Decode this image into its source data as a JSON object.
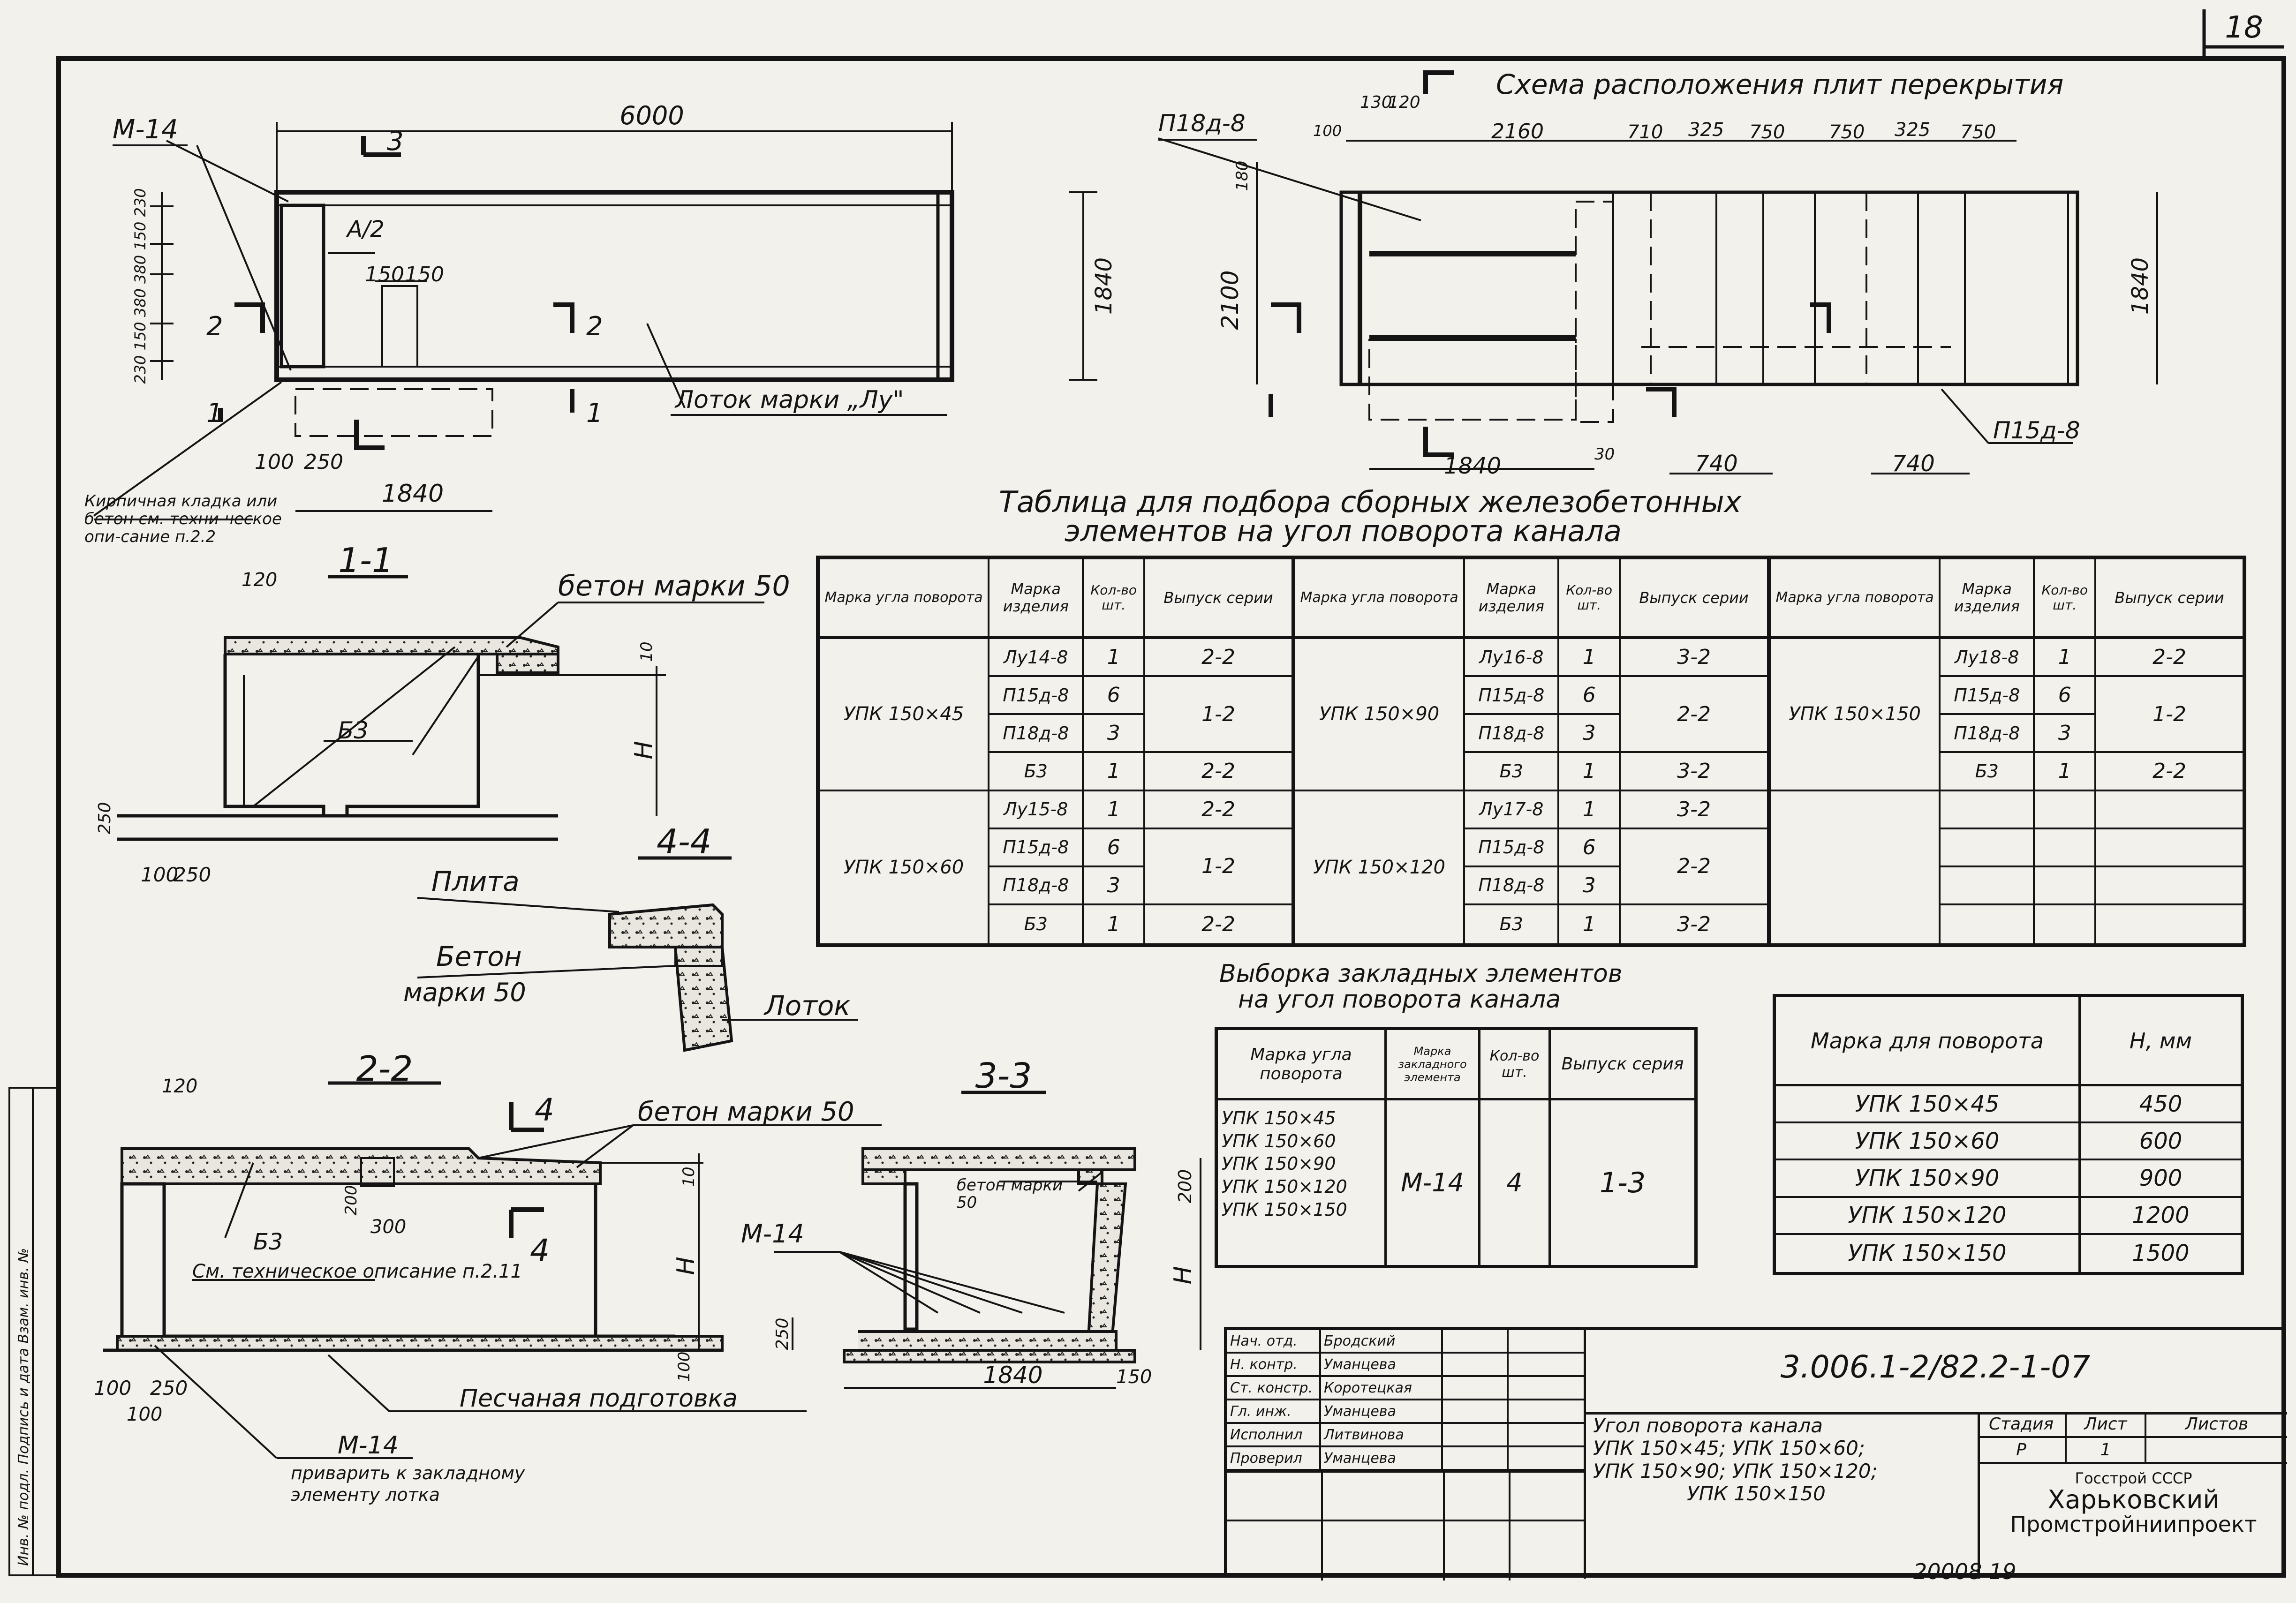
{
  "sheet_number": "18",
  "plan": {
    "length": "6000",
    "width": "1840",
    "dims_left": "230 150 380 380 150 230",
    "half_a": "А/2",
    "dim_150a": "150",
    "dim_150b": "150",
    "dim_100": "100",
    "dim_250": "250",
    "dim_1840_bottom": "1840",
    "label_m14": "М-14",
    "label_tray": "Лоток марки „Лу\"",
    "cut_1": "1",
    "cut_2": "2",
    "cut_3": "3"
  },
  "masonry_note": "Кирпичная кладка или бетон см. техни-ческое опи-сание п.2.2",
  "scheme": {
    "title": "Схема расположения плит перекрытия",
    "label_p18": "П18д-8",
    "label_p15": "П15д-8",
    "dims_top": [
      "130",
      "120",
      "2160",
      "710",
      "325",
      "750",
      "750",
      "325",
      "750"
    ],
    "dim_100": "100",
    "dim_180": "180",
    "dim_2100": "2100",
    "dim_1840": "1840",
    "dim_1840_bottom": "1840",
    "dim_30": "30",
    "dim_740a": "740",
    "dim_740b": "740"
  },
  "section_1_1": {
    "title": "1-1",
    "concrete_label": "бетон марки 50",
    "label_b3": "Б3",
    "dim_120": "120",
    "dim_10": "10",
    "dim_h": "Н",
    "dim_250": "250",
    "dim_100": "100",
    "dim_250b": "250"
  },
  "section_4_4": {
    "title": "4-4",
    "slab": "Плита",
    "concrete": "Бетон",
    "concrete_grade": "марки 50",
    "tray": "Лоток"
  },
  "section_2_2": {
    "title": "2-2",
    "cut_4": "4",
    "concrete_label": "бетон марки 50",
    "dim_120": "120",
    "dim_200": "200",
    "dim_300": "300",
    "dim_10": "10",
    "dim_h": "Н",
    "dim_100_right": "100",
    "label_b3": "Б3",
    "note": "См. техническое описание п.2.11",
    "sand": "Песчаная подготовка",
    "dim_100": "100",
    "dim_250": "250",
    "dim_100b": "100"
  },
  "weld_note": {
    "label": "М-14",
    "text": "приварить к закладному элементу лотка"
  },
  "section_3_3": {
    "title": "3-3",
    "concrete_label": "бетон марки 50",
    "label_m14": "М-14",
    "dim_200": "200",
    "dim_h": "Н",
    "dim_250": "250",
    "dim_1840": "1840",
    "dim_150": "150"
  },
  "main_table": {
    "title_line1": "Таблица для подбора сборных железобетонных",
    "title_line2": "элементов на угол поворота канала",
    "headers": [
      "Марка угла поворота",
      "Марка изделия",
      "Кол-во шт.",
      "Выпуск серии"
    ],
    "groups": [
      {
        "mark": "УПК 150×45",
        "rows": [
          [
            "Лу14-8",
            "1",
            "2-2"
          ],
          [
            "П15д-8",
            "6",
            ""
          ],
          [
            "П18д-8",
            "3",
            "1-2"
          ],
          [
            "Б3",
            "1",
            "2-2"
          ]
        ]
      },
      {
        "mark": "УПК 150×60",
        "rows": [
          [
            "Лу15-8",
            "1",
            "2-2"
          ],
          [
            "П15д-8",
            "6",
            ""
          ],
          [
            "П18д-8",
            "3",
            "1-2"
          ],
          [
            "Б3",
            "1",
            "2-2"
          ]
        ]
      },
      {
        "mark": "УПК 150×90",
        "rows": [
          [
            "Лу16-8",
            "1",
            "3-2"
          ],
          [
            "П15д-8",
            "6",
            ""
          ],
          [
            "П18д-8",
            "3",
            "2-2"
          ],
          [
            "Б3",
            "1",
            "3-2"
          ]
        ]
      },
      {
        "mark": "УПК 150×120",
        "rows": [
          [
            "Лу17-8",
            "1",
            "3-2"
          ],
          [
            "П15д-8",
            "6",
            ""
          ],
          [
            "П18д-8",
            "3",
            "2-2"
          ],
          [
            "Б3",
            "1",
            "3-2"
          ]
        ]
      },
      {
        "mark": "УПК 150×150",
        "rows": [
          [
            "Лу18-8",
            "1",
            "2-2"
          ],
          [
            "П15д-8",
            "6",
            ""
          ],
          [
            "П18д-8",
            "3",
            "1-2"
          ],
          [
            "Б3",
            "1",
            "2-2"
          ]
        ]
      }
    ]
  },
  "embedded_table": {
    "title_line1": "Выборка закладных элементов",
    "title_line2": "на угол поворота канала",
    "headers": [
      "Марка угла поворота",
      "Марка закладного элемента",
      "Кол-во шт.",
      "Выпуск серия"
    ],
    "marks": [
      "УПК 150×45",
      "УПК 150×60",
      "УПК 150×90",
      "УПК 150×120",
      "УПК 150×150"
    ],
    "element": "М-14",
    "qty": "4",
    "series": "1-3"
  },
  "height_table": {
    "headers": [
      "Марка для поворота",
      "Н, мм"
    ],
    "rows": [
      [
        "УПК 150×45",
        "450"
      ],
      [
        "УПК 150×60",
        "600"
      ],
      [
        "УПК 150×90",
        "900"
      ],
      [
        "УПК 150×120",
        "1200"
      ],
      [
        "УПК 150×150",
        "1500"
      ]
    ]
  },
  "title_block": {
    "code": "3.006.1-2/82.2-1-07",
    "roles": [
      "Нач. отд.",
      "Н. контр.",
      "Ст. констр.",
      "Гл. инж.",
      "Исполнил",
      "Проверил"
    ],
    "names": [
      "Бродский",
      "Уманцева",
      "Коротецкая",
      "Уманцева",
      "Литвинова",
      "Уманцева"
    ],
    "description": [
      "Угол поворота канала",
      "УПК 150×45; УПК 150×60;",
      "УПК 150×90; УПК 150×120;",
      "УПК 150×150"
    ],
    "stage_label": "Стадия",
    "sheet_label": "Лист",
    "sheets_label": "Листов",
    "stage": "Р",
    "sheet": "1",
    "org1": "Госстрой СССР",
    "org2": "Харьковский",
    "org3": "Промстройниипроект"
  },
  "side_strip": "Инв. № подл.   Подпись и дата   Взам. инв. №",
  "footer": "20008 19"
}
